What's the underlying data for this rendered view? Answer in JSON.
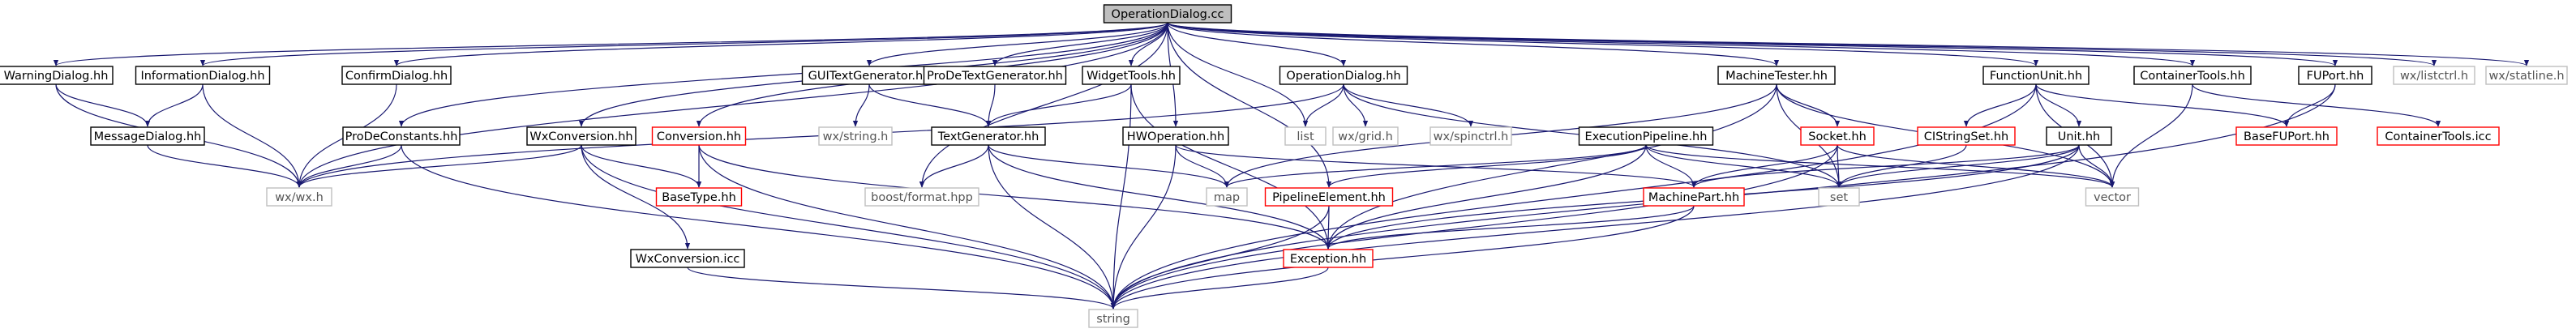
{
  "colors": {
    "edge": "#191970",
    "root_fill": "#bfbfbf",
    "documented_border": "#000000",
    "undocumented_border": "#ff0000",
    "system_border": "#bfbfbf"
  },
  "nodes": [
    {
      "id": "operationdialog-cc",
      "label": "OperationDialog.cc",
      "kind": "root"
    },
    {
      "id": "warningdialog-hh",
      "label": "WarningDialog.hh",
      "kind": "local"
    },
    {
      "id": "informationdialog-hh",
      "label": "InformationDialog.hh",
      "kind": "local"
    },
    {
      "id": "confirmdialog-hh",
      "label": "ConfirmDialog.hh",
      "kind": "local"
    },
    {
      "id": "guitextgenerator-hh",
      "label": "GUITextGenerator.hh",
      "kind": "local"
    },
    {
      "id": "prodetextgenerator-hh",
      "label": "ProDeTextGenerator.hh",
      "kind": "local"
    },
    {
      "id": "widgettools-hh",
      "label": "WidgetTools.hh",
      "kind": "local"
    },
    {
      "id": "operationdialog-hh",
      "label": "OperationDialog.hh",
      "kind": "local"
    },
    {
      "id": "machinetester-hh",
      "label": "MachineTester.hh",
      "kind": "local"
    },
    {
      "id": "functionunit-hh",
      "label": "FunctionUnit.hh",
      "kind": "local"
    },
    {
      "id": "containertools-hh",
      "label": "ContainerTools.hh",
      "kind": "local"
    },
    {
      "id": "fuport-hh",
      "label": "FUPort.hh",
      "kind": "local"
    },
    {
      "id": "wx-listctrl-h",
      "label": "wx/listctrl.h",
      "kind": "system"
    },
    {
      "id": "wx-statline-h",
      "label": "wx/statline.h",
      "kind": "system"
    },
    {
      "id": "messagedialog-hh",
      "label": "MessageDialog.hh",
      "kind": "local"
    },
    {
      "id": "prodeconstants-hh",
      "label": "ProDeConstants.hh",
      "kind": "local"
    },
    {
      "id": "wxconversion-hh",
      "label": "WxConversion.hh",
      "kind": "local"
    },
    {
      "id": "conversion-hh",
      "label": "Conversion.hh",
      "kind": "missing"
    },
    {
      "id": "wx-string-h",
      "label": "wx/string.h",
      "kind": "system"
    },
    {
      "id": "textgenerator-hh",
      "label": "TextGenerator.hh",
      "kind": "local"
    },
    {
      "id": "hwoperation-hh",
      "label": "HWOperation.hh",
      "kind": "local"
    },
    {
      "id": "list",
      "label": "list",
      "kind": "system"
    },
    {
      "id": "wx-grid-h",
      "label": "wx/grid.h",
      "kind": "system"
    },
    {
      "id": "wx-spinctrl-h",
      "label": "wx/spinctrl.h",
      "kind": "system"
    },
    {
      "id": "executionpipeline-hh",
      "label": "ExecutionPipeline.hh",
      "kind": "local"
    },
    {
      "id": "socket-hh",
      "label": "Socket.hh",
      "kind": "missing"
    },
    {
      "id": "cistringset-hh",
      "label": "CIStringSet.hh",
      "kind": "missing"
    },
    {
      "id": "unit-hh",
      "label": "Unit.hh",
      "kind": "local"
    },
    {
      "id": "basefuport-hh",
      "label": "BaseFUPort.hh",
      "kind": "missing"
    },
    {
      "id": "containertools-icc",
      "label": "ContainerTools.icc",
      "kind": "missing"
    },
    {
      "id": "wx-wx-h",
      "label": "wx/wx.h",
      "kind": "system"
    },
    {
      "id": "basetype-hh",
      "label": "BaseType.hh",
      "kind": "missing"
    },
    {
      "id": "boost-format-hpp",
      "label": "boost/format.hpp",
      "kind": "system"
    },
    {
      "id": "map",
      "label": "map",
      "kind": "system"
    },
    {
      "id": "pipelineelement-hh",
      "label": "PipelineElement.hh",
      "kind": "missing"
    },
    {
      "id": "machinepart-hh",
      "label": "MachinePart.hh",
      "kind": "missing"
    },
    {
      "id": "set",
      "label": "set",
      "kind": "system"
    },
    {
      "id": "vector",
      "label": "vector",
      "kind": "system"
    },
    {
      "id": "wxconversion-icc",
      "label": "WxConversion.icc",
      "kind": "local"
    },
    {
      "id": "exception-hh",
      "label": "Exception.hh",
      "kind": "missing"
    },
    {
      "id": "string",
      "label": "string",
      "kind": "system"
    }
  ],
  "edges": [
    [
      "operationdialog-cc",
      "warningdialog-hh"
    ],
    [
      "operationdialog-cc",
      "informationdialog-hh"
    ],
    [
      "operationdialog-cc",
      "confirmdialog-hh"
    ],
    [
      "operationdialog-cc",
      "guitextgenerator-hh"
    ],
    [
      "operationdialog-cc",
      "prodetextgenerator-hh"
    ],
    [
      "operationdialog-cc",
      "widgettools-hh"
    ],
    [
      "operationdialog-cc",
      "operationdialog-hh"
    ],
    [
      "operationdialog-cc",
      "machinetester-hh"
    ],
    [
      "operationdialog-cc",
      "functionunit-hh"
    ],
    [
      "operationdialog-cc",
      "containertools-hh"
    ],
    [
      "operationdialog-cc",
      "fuport-hh"
    ],
    [
      "operationdialog-cc",
      "wx-listctrl-h"
    ],
    [
      "operationdialog-cc",
      "wx-statline-h"
    ],
    [
      "operationdialog-cc",
      "prodeconstants-hh"
    ],
    [
      "operationdialog-cc",
      "wxconversion-hh"
    ],
    [
      "operationdialog-cc",
      "conversion-hh"
    ],
    [
      "operationdialog-cc",
      "hwoperation-hh"
    ],
    [
      "operationdialog-cc",
      "list"
    ],
    [
      "operationdialog-cc",
      "wx-wx-h"
    ],
    [
      "operationdialog-cc",
      "boost-format-hpp"
    ],
    [
      "operationdialog-cc",
      "pipelineelement-hh"
    ],
    [
      "warningdialog-hh",
      "messagedialog-hh"
    ],
    [
      "warningdialog-hh",
      "wx-wx-h"
    ],
    [
      "informationdialog-hh",
      "messagedialog-hh"
    ],
    [
      "informationdialog-hh",
      "wx-wx-h"
    ],
    [
      "confirmdialog-hh",
      "wx-wx-h"
    ],
    [
      "messagedialog-hh",
      "wx-wx-h"
    ],
    [
      "guitextgenerator-hh",
      "wx-string-h"
    ],
    [
      "guitextgenerator-hh",
      "textgenerator-hh"
    ],
    [
      "prodetextgenerator-hh",
      "textgenerator-hh"
    ],
    [
      "widgettools-hh",
      "textgenerator-hh"
    ],
    [
      "widgettools-hh",
      "exception-hh"
    ],
    [
      "widgettools-hh",
      "string"
    ],
    [
      "operationdialog-hh",
      "list"
    ],
    [
      "operationdialog-hh",
      "wx-grid-h"
    ],
    [
      "operationdialog-hh",
      "wx-spinctrl-h"
    ],
    [
      "operationdialog-hh",
      "wx-wx-h"
    ],
    [
      "operationdialog-hh",
      "set"
    ],
    [
      "machinetester-hh",
      "socket-hh"
    ],
    [
      "machinetester-hh",
      "set"
    ],
    [
      "machinetester-hh",
      "vector"
    ],
    [
      "machinetester-hh",
      "exception-hh"
    ],
    [
      "machinetester-hh",
      "map"
    ],
    [
      "functionunit-hh",
      "unit-hh"
    ],
    [
      "functionunit-hh",
      "cistringset-hh"
    ],
    [
      "functionunit-hh",
      "basefuport-hh"
    ],
    [
      "functionunit-hh",
      "vector"
    ],
    [
      "functionunit-hh",
      "string"
    ],
    [
      "containertools-hh",
      "containertools-icc"
    ],
    [
      "containertools-hh",
      "vector"
    ],
    [
      "fuport-hh",
      "basefuport-hh"
    ],
    [
      "fuport-hh",
      "string"
    ],
    [
      "prodeconstants-hh",
      "wx-wx-h"
    ],
    [
      "prodeconstants-hh",
      "string"
    ],
    [
      "wxconversion-hh",
      "wx-wx-h"
    ],
    [
      "wxconversion-hh",
      "basetype-hh"
    ],
    [
      "wxconversion-hh",
      "wxconversion-icc"
    ],
    [
      "wxconversion-hh",
      "string"
    ],
    [
      "conversion-hh",
      "basetype-hh"
    ],
    [
      "conversion-hh",
      "exception-hh"
    ],
    [
      "conversion-hh",
      "string"
    ],
    [
      "textgenerator-hh",
      "boost-format-hpp"
    ],
    [
      "textgenerator-hh",
      "map"
    ],
    [
      "textgenerator-hh",
      "exception-hh"
    ],
    [
      "textgenerator-hh",
      "string"
    ],
    [
      "hwoperation-hh",
      "map"
    ],
    [
      "hwoperation-hh",
      "machinepart-hh"
    ],
    [
      "hwoperation-hh",
      "string"
    ],
    [
      "executionpipeline-hh",
      "map"
    ],
    [
      "executionpipeline-hh",
      "pipelineelement-hh"
    ],
    [
      "executionpipeline-hh",
      "machinepart-hh"
    ],
    [
      "executionpipeline-hh",
      "set"
    ],
    [
      "executionpipeline-hh",
      "exception-hh"
    ],
    [
      "executionpipeline-hh",
      "vector"
    ],
    [
      "socket-hh",
      "machinepart-hh"
    ],
    [
      "socket-hh",
      "set"
    ],
    [
      "socket-hh",
      "vector"
    ],
    [
      "socket-hh",
      "string"
    ],
    [
      "cistringset-hh",
      "set"
    ],
    [
      "unit-hh",
      "machinepart-hh"
    ],
    [
      "unit-hh",
      "set"
    ],
    [
      "unit-hh",
      "vector"
    ],
    [
      "unit-hh",
      "exception-hh"
    ],
    [
      "unit-hh",
      "string"
    ],
    [
      "pipelineelement-hh",
      "exception-hh"
    ],
    [
      "pipelineelement-hh",
      "string"
    ],
    [
      "machinepart-hh",
      "exception-hh"
    ],
    [
      "machinepart-hh",
      "string"
    ],
    [
      "wxconversion-icc",
      "string"
    ],
    [
      "exception-hh",
      "string"
    ]
  ]
}
